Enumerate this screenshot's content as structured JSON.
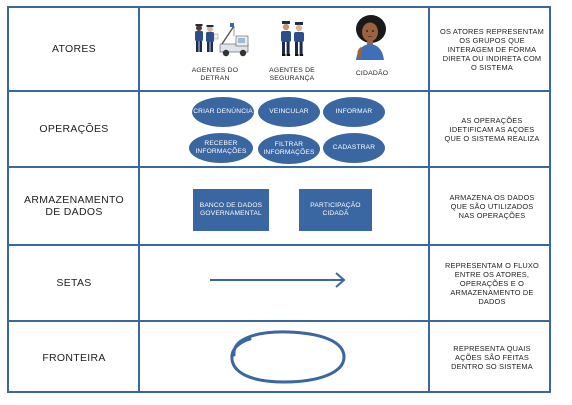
{
  "rows": [
    {
      "label": "ATORES",
      "description": "OS ATORES REPRESENTAM OS GRUPOS QUE INTERAGEM DE FORMA DIRETA OU INDIRETA COM O SISTEMA"
    },
    {
      "label": "OPERAÇÕES",
      "description": "AS OPERAÇÕES IDETIFICAM AS AÇOES QUE O SISTEMA REALIZA"
    },
    {
      "label": "ARMAZENAMENTO DE DADOS",
      "description": "ARMAZENA OS DADOS QUE SÃO UTILIZADOS NAS OPERAÇÕES"
    },
    {
      "label": "SETAS",
      "description": "REPRESENTAM O FLUXO ENTRE OS ATORES, OPERAÇÕES E O ARMAZENAMENTO DE DADOS"
    },
    {
      "label": "FRONTEIRA",
      "description": "REPRESENTA QUAIS AÇÕES SÃO FEITAS DENTRO SO SISTEMA"
    }
  ],
  "actors": [
    {
      "caption": "AGENTES DO DETRAN",
      "icon": "tow-truck-agents-icon"
    },
    {
      "caption": "AGENTES DE SEGURANÇA",
      "icon": "security-agents-icon"
    },
    {
      "caption": "CIDADÃO",
      "icon": "citizen-icon"
    }
  ],
  "operations": [
    "CRIAR DENÚNCIA",
    "VEINCULAR",
    "INFORMAR",
    "RECEBER INFORMAÇÕES",
    "FILTRAR INFORMAÇÕES",
    "CADASTRAR"
  ],
  "data_stores": [
    "BANCO DE DADOS GOVERNAMENTAL",
    "PARTICIPAÇÃO CIDADÃ"
  ],
  "colors": {
    "accent": "#3a66a1",
    "text": "#1e1e1e",
    "background": "#ffffff"
  }
}
